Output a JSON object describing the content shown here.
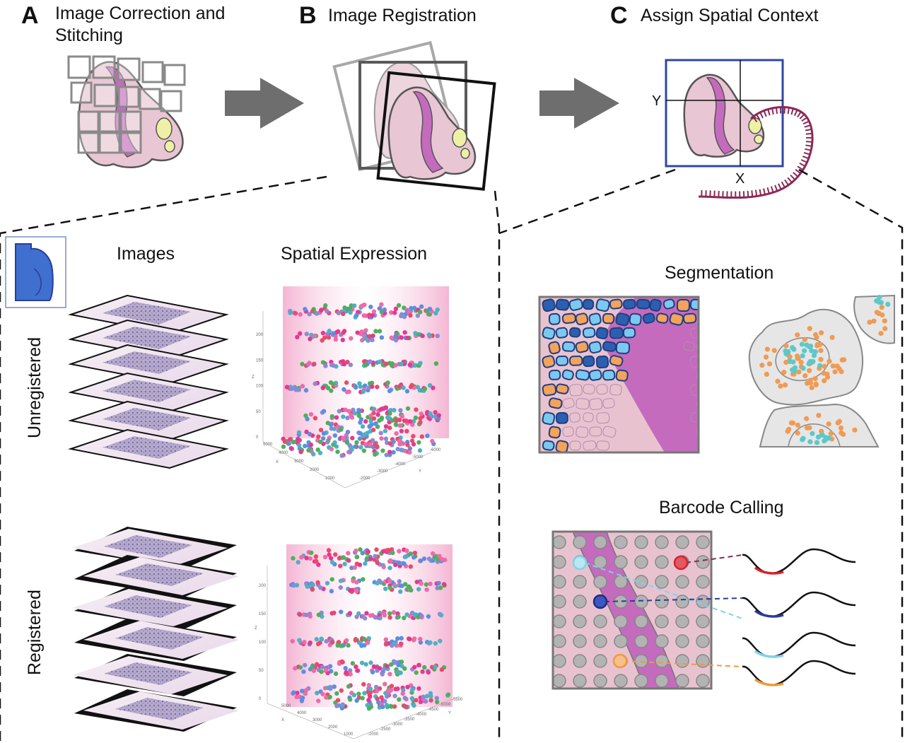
{
  "panels": {
    "a": {
      "letter": "A",
      "title_line1": "Image Correction and",
      "title_line2": "Stitching"
    },
    "b": {
      "letter": "B",
      "title": "Image Registration"
    },
    "c": {
      "letter": "C",
      "title": "Assign Spatial Context",
      "axis_y": "Y",
      "axis_x": "X"
    }
  },
  "lower_left": {
    "col_images": "Images",
    "col_expression": "Spatial Expression",
    "row_unregistered": "Unregistered",
    "row_registered": "Registered",
    "plot_top": {
      "z_label": "Z",
      "x_label": "X",
      "y_label": "Y",
      "z_ticks": [
        "0",
        "50",
        "100",
        "150",
        "200"
      ],
      "x_ticks": [
        "5000",
        "4000",
        "3000",
        "2000",
        "1000"
      ],
      "y_ticks": [
        "-2000",
        "-3000",
        "-4000",
        "-5000",
        "-6000"
      ]
    },
    "plot_bottom": {
      "z_label": "Z",
      "x_label": "X",
      "y_label": "Y",
      "z_ticks": [
        "0",
        "50",
        "100",
        "150",
        "200"
      ],
      "x_ticks": [
        "5000",
        "4000",
        "3000",
        "2000",
        "1000"
      ],
      "y_ticks": [
        "-2000",
        "-2500",
        "-3000",
        "-3500",
        "-4000",
        "-4500",
        "-5000",
        "-5500"
      ]
    }
  },
  "lower_right": {
    "segmentation": "Segmentation",
    "barcode_calling": "Barcode Calling"
  },
  "colors": {
    "tissue": "#e9c6d3",
    "tissue_stroke": "#555555",
    "magenta": "#c46bbd",
    "yellow": "#eef0a6",
    "arrow": "#6e6e6e",
    "frame_blue": "#3346a0",
    "cell_dark": "#2d5fb0",
    "cell_light": "#7cc9ef",
    "cell_orange": "#f3a35a",
    "dot_orange": "#ef9b55",
    "dot_teal": "#5ec8c8",
    "barcode_red": "#d8222a",
    "barcode_blue": "#2a3d9c",
    "barcode_cyan": "#7fd3e8",
    "barcode_orange": "#ef9b3c"
  }
}
